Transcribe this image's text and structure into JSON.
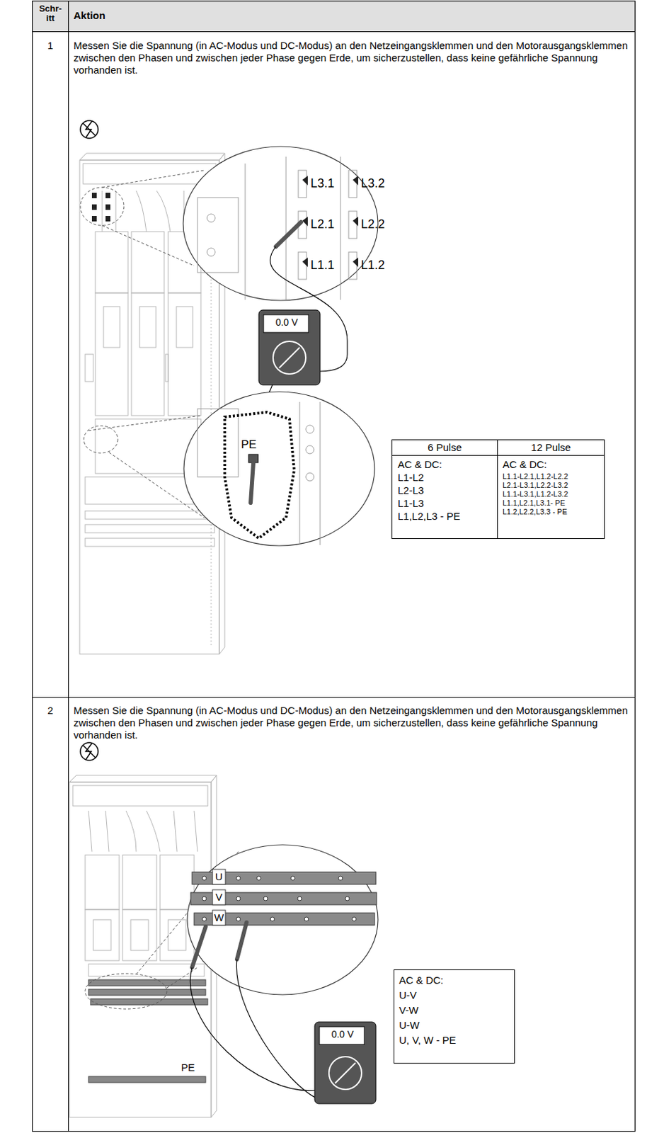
{
  "diagram": {
    "labels": [
      "Schr-itt",
      "Aktion",
      "1",
      "Messen Sie die Spannung (in AC-Modus und DC-Modus) an den Netzeingangsklemmen und den Motorausgangsklemmen zwischen den Phasen und zwischen jeder Phase gegen Erde, um sicherzustellen, dass keine gefährliche Spannung vorhanden ist.",
      "L3.1",
      "L3.2",
      "L2.1",
      "L2.2",
      "L1.1",
      "L1.2",
      "0.0 V",
      "PE",
      "6 Pulse",
      "12 Pulse",
      "AC & DC:",
      "L1-L2",
      "L2-L3",
      "L1-L3",
      "L1,L2,L3 - PE",
      "AC & DC:",
      "L1.1-L2.1,L1.2-L2.2",
      "L2.1-L3.1,L2.2-L3.2",
      "L1.1-L3.1,L1.2-L3.2",
      "L1.1,L2.1,L3.1- PE",
      "L1.2,L2.2,L3.3 - PE",
      "2",
      "Messen Sie die Spannung (in AC-Modus und DC-Modus) an den Netzeingangsklemmen und den Motorausgangsklemmen zwischen den Phasen und zwischen jeder Phase gegen Erde, um sicherzustellen, dass keine gefährliche Spannung vorhanden ist.",
      "U",
      "V",
      "W",
      "PE",
      "0.0 V",
      "AC & DC:",
      "U-V",
      "V-W",
      "U-W",
      "U, V, W - PE"
    ]
  }
}
